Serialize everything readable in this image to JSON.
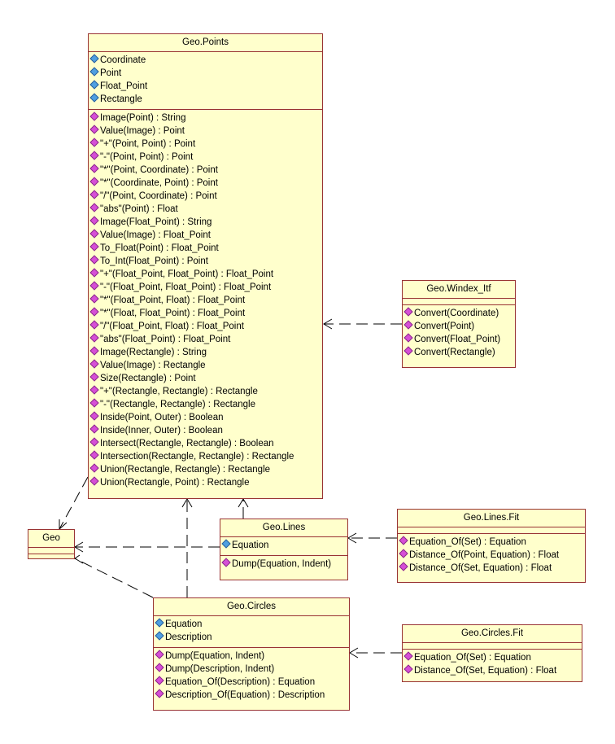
{
  "colors": {
    "class_fill": "#ffffcc",
    "class_border": "#993333",
    "attribute_icon": "#4f9fe0",
    "operation_icon": "#d64fd6",
    "connector": "#000000"
  },
  "icons": {
    "attribute": "blue-diamond-icon",
    "operation": "magenta-diamond-icon"
  },
  "classes": {
    "geo": {
      "name": "Geo",
      "attributes": [],
      "operations": []
    },
    "points": {
      "name": "Geo.Points",
      "attributes": [
        "Coordinate",
        "Point",
        "Float_Point",
        "Rectangle"
      ],
      "operations": [
        "Image(Point) : String",
        "Value(Image) : Point",
        "\"+\"(Point, Point) : Point",
        "\"-\"(Point, Point) : Point",
        "\"*\"(Point, Coordinate) : Point",
        "\"*\"(Coordinate, Point) : Point",
        "\"/\"(Point, Coordinate) : Point",
        "\"abs\"(Point) : Float",
        "Image(Float_Point) : String",
        "Value(Image) : Float_Point",
        "To_Float(Point) : Float_Point",
        "To_Int(Float_Point) : Point",
        "\"+\"(Float_Point, Float_Point) : Float_Point",
        "\"-\"(Float_Point, Float_Point) : Float_Point",
        "\"*\"(Float_Point, Float) : Float_Point",
        "\"*\"(Float, Float_Point) : Float_Point",
        "\"/\"(Float_Point, Float) : Float_Point",
        "\"abs\"(Float_Point) : Float_Point",
        "Image(Rectangle) : String",
        "Value(Image) : Rectangle",
        "Size(Rectangle) : Point",
        "\"+\"(Rectangle, Rectangle) : Rectangle",
        "\"-\"(Rectangle, Rectangle) : Rectangle",
        "Inside(Point, Outer) : Boolean",
        "Inside(Inner, Outer) : Boolean",
        "Intersect(Rectangle, Rectangle) : Boolean",
        "Intersection(Rectangle, Rectangle) : Rectangle",
        "Union(Rectangle, Rectangle) : Rectangle",
        "Union(Rectangle, Point) : Rectangle"
      ]
    },
    "windex": {
      "name": "Geo.Windex_Itf",
      "attributes": [],
      "operations": [
        "Convert(Coordinate)",
        "Convert(Point)",
        "Convert(Float_Point)",
        "Convert(Rectangle)"
      ]
    },
    "lines": {
      "name": "Geo.Lines",
      "attributes": [
        "Equation"
      ],
      "operations": [
        "Dump(Equation, Indent)"
      ]
    },
    "lines_fit": {
      "name": "Geo.Lines.Fit",
      "attributes": [],
      "operations": [
        "Equation_Of(Set) : Equation",
        "Distance_Of(Point, Equation) : Float",
        "Distance_Of(Set, Equation) : Float"
      ]
    },
    "circles": {
      "name": "Geo.Circles",
      "attributes": [
        "Equation",
        "Description"
      ],
      "operations": [
        "Dump(Equation, Indent)",
        "Dump(Description, Indent)",
        "Equation_Of(Description) : Equation",
        "Description_Of(Equation) : Description"
      ]
    },
    "circles_fit": {
      "name": "Geo.Circles.Fit",
      "attributes": [],
      "operations": [
        "Equation_Of(Set) : Equation",
        "Distance_Of(Set, Equation) : Float"
      ]
    }
  },
  "dependencies": [
    {
      "from": "Geo.Windex_Itf",
      "to": "Geo.Points"
    },
    {
      "from": "Geo.Points",
      "to": "Geo"
    },
    {
      "from": "Geo.Lines",
      "to": "Geo"
    },
    {
      "from": "Geo.Circles",
      "to": "Geo"
    },
    {
      "from": "Geo.Lines",
      "to": "Geo.Points"
    },
    {
      "from": "Geo.Circles",
      "to": "Geo.Points"
    },
    {
      "from": "Geo.Lines.Fit",
      "to": "Geo.Lines"
    },
    {
      "from": "Geo.Circles.Fit",
      "to": "Geo.Circles"
    }
  ]
}
